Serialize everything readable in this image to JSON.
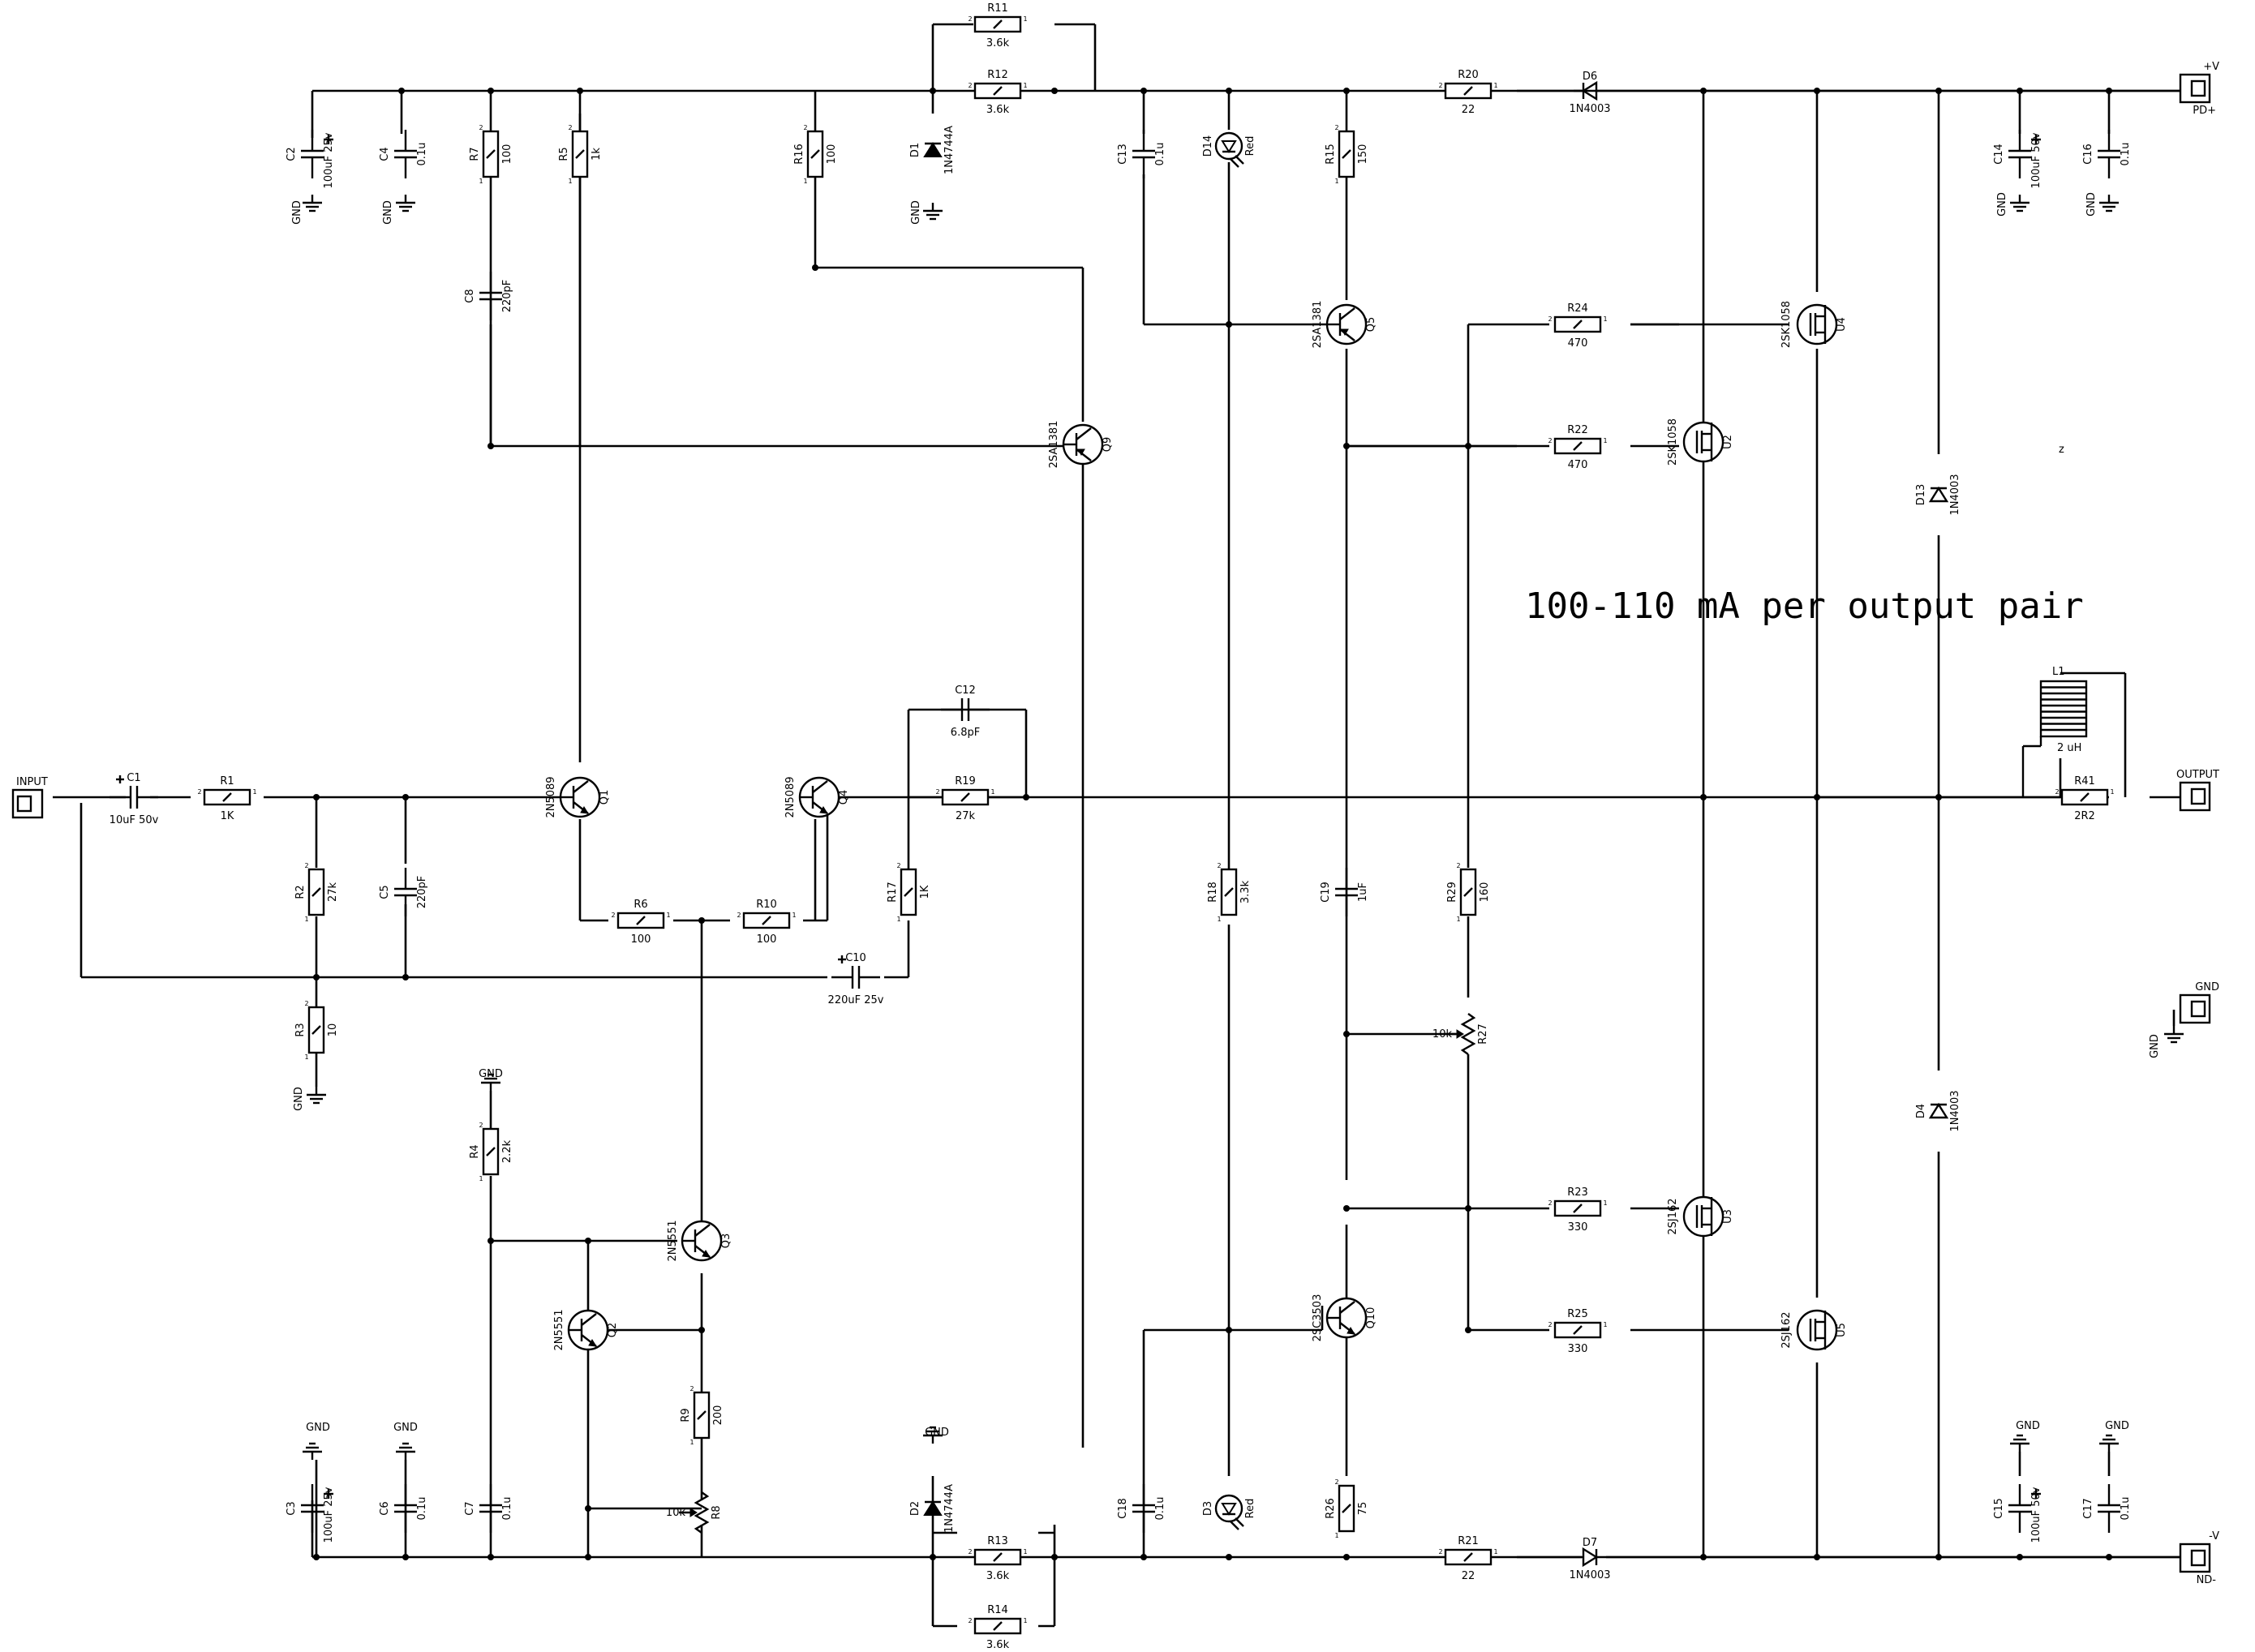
{
  "annotation": "100-110 mA per output pair",
  "stray_mark": "z",
  "nets": {
    "gnd": "GND"
  },
  "connectors": {
    "input": "INPUT",
    "vplus": "+V",
    "vplus_pin": "PD+",
    "output": "OUTPUT",
    "gnd": "GND",
    "vminus": "-V",
    "vminus_pin": "ND-"
  },
  "resistors": {
    "R1": [
      "R1",
      "1K"
    ],
    "R2": [
      "R2",
      "27k"
    ],
    "R3": [
      "R3",
      "10"
    ],
    "R4": [
      "R4",
      "2.2k"
    ],
    "R5": [
      "R5",
      "1k"
    ],
    "R6": [
      "R6",
      "100"
    ],
    "R7": [
      "R7",
      "100"
    ],
    "R9": [
      "R9",
      "200"
    ],
    "R10": [
      "R10",
      "100"
    ],
    "R11": [
      "R11",
      "3.6k"
    ],
    "R12": [
      "R12",
      "3.6k"
    ],
    "R13": [
      "R13",
      "3.6k"
    ],
    "R14": [
      "R14",
      "3.6k"
    ],
    "R15": [
      "R15",
      "150"
    ],
    "R16": [
      "R16",
      "100"
    ],
    "R17": [
      "R17",
      "1K"
    ],
    "R18": [
      "R18",
      "3.3k"
    ],
    "R19": [
      "R19",
      "27k"
    ],
    "R20": [
      "R20",
      "22"
    ],
    "R21": [
      "R21",
      "22"
    ],
    "R22": [
      "R22",
      "470"
    ],
    "R23": [
      "R23",
      "330"
    ],
    "R24": [
      "R24",
      "470"
    ],
    "R25": [
      "R25",
      "330"
    ],
    "R26": [
      "R26",
      "75"
    ],
    "R29": [
      "R29",
      "160"
    ],
    "R41": [
      "R41",
      "2R2"
    ]
  },
  "pots": {
    "R8": [
      "R8",
      "10k"
    ],
    "R27": [
      "R27",
      "10k"
    ]
  },
  "capacitors": {
    "C1": [
      "C1",
      "10uF 50v"
    ],
    "C2": [
      "C2",
      "100uF 25v"
    ],
    "C3": [
      "C3",
      "100uF 25v"
    ],
    "C4": [
      "C4",
      "0.1u"
    ],
    "C5": [
      "C5",
      "220pF"
    ],
    "C6": [
      "C6",
      "0.1u"
    ],
    "C7": [
      "C7",
      "0.1u"
    ],
    "C8": [
      "C8",
      "220pF"
    ],
    "C10": [
      "C10",
      "220uF 25v"
    ],
    "C12": [
      "C12",
      "6.8pF"
    ],
    "C13": [
      "C13",
      "0.1u"
    ],
    "C14": [
      "C14",
      "100uF 50v"
    ],
    "C15": [
      "C15",
      "100uF 50v"
    ],
    "C16": [
      "C16",
      "0.1u"
    ],
    "C17": [
      "C17",
      "0.1u"
    ],
    "C18": [
      "C18",
      "0.1u"
    ],
    "C19": [
      "C19",
      "1uF"
    ]
  },
  "diodes": {
    "D1": [
      "D1",
      "1N4744A"
    ],
    "D2": [
      "D2",
      "1N4744A"
    ],
    "D3": [
      "D3",
      "Red"
    ],
    "D14": [
      "D14",
      "Red"
    ],
    "D4": [
      "D4",
      "1N4003"
    ],
    "D6": [
      "D6",
      "1N4003"
    ],
    "D7": [
      "D7",
      "1N4003"
    ],
    "D13": [
      "D13",
      "1N4003"
    ]
  },
  "transistors": {
    "Q1": [
      "Q1",
      "2N5089"
    ],
    "Q2": [
      "Q2",
      "2N5551"
    ],
    "Q3": [
      "Q3",
      "2N5551"
    ],
    "Q4": [
      "Q4",
      "2N5089"
    ],
    "Q5": [
      "Q5",
      "2SA1381"
    ],
    "Q9": [
      "Q9",
      "2SA1381"
    ],
    "Q10": [
      "Q10",
      "2SC3503"
    ]
  },
  "mosfets": {
    "U2": [
      "U2",
      "2SK1058"
    ],
    "U3": [
      "U3",
      "2SJ162"
    ],
    "U4": [
      "U4",
      "2SK1058"
    ],
    "U5": [
      "U5",
      "2SJ162"
    ]
  },
  "inductor": [
    "L1",
    "2 uH"
  ]
}
